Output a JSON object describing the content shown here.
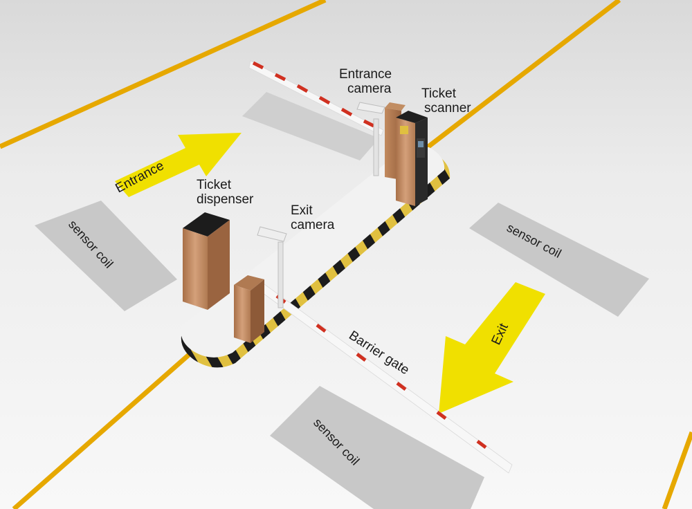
{
  "labels": {
    "entrance_camera_line1": "Entrance",
    "entrance_camera_line2": "camera",
    "ticket_scanner_line1": "Ticket",
    "ticket_scanner_line2": "scanner",
    "ticket_dispenser_line1": "Ticket",
    "ticket_dispenser_line2": "dispenser",
    "exit_camera_line1": "Exit",
    "exit_camera_line2": "camera",
    "barrier_gate": "Barrier gate",
    "entrance_arrow": "Entrance",
    "exit_arrow": "Exit",
    "sensor_coil_left": "sensor coil",
    "sensor_coil_right": "sensor coil",
    "sensor_coil_bottom": "sensor coil"
  },
  "colors": {
    "floor": "#f4f4f4",
    "lane_line": "#e6a800",
    "arrow": "#f0e000",
    "coil": "#c8c8c8",
    "island_edge_dark": "#1c1c1c",
    "island_edge_light": "#e0c040",
    "cabinet_wood": "#c9936a",
    "barrier_stripe": "#d03020"
  }
}
